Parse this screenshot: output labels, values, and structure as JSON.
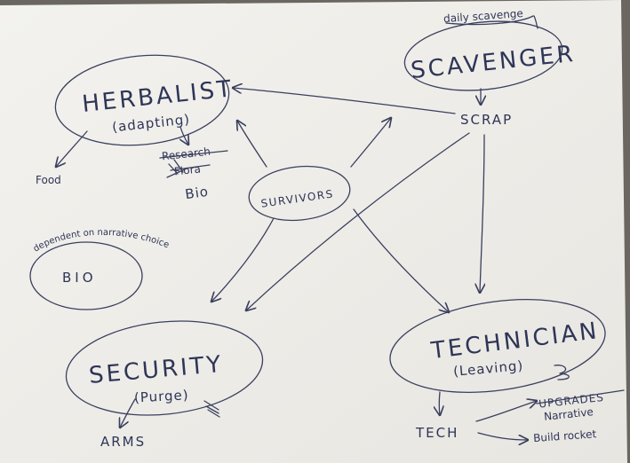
{
  "nodes": {
    "herbalist": {
      "title": "HERBALIST",
      "subtitle": "(adapting)"
    },
    "scavenger": {
      "title": "SCAVENGER",
      "note": "daily scavenge"
    },
    "survivors": {
      "title": "SURVIVORS"
    },
    "bio": {
      "title": "BIO",
      "note": "dependent on narrative choice"
    },
    "security": {
      "title": "SECURITY",
      "subtitle": "(Purge)"
    },
    "technician": {
      "title": "TECHNICIAN",
      "subtitle": "(Leaving)"
    }
  },
  "labels": {
    "scrap": "SCRAP",
    "food": "Food",
    "research": "Research",
    "flora": "Flora",
    "bio_small": "Bio",
    "arms": "ARMS",
    "tech": "TECH",
    "upgrades": "UPGRADES",
    "narrative": "Narrative",
    "build_rocket": "Build rocket"
  },
  "colors": {
    "paper": "#f1f0ec",
    "ink": "#3a3f5e",
    "background": "#6b6660"
  }
}
